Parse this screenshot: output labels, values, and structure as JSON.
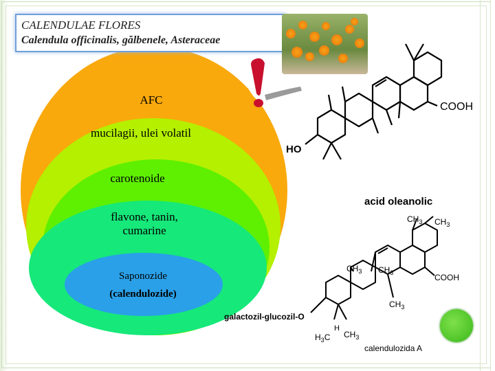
{
  "title": {
    "line1": "CALENDULAE FLORES",
    "line2": "Calendula officinalis, gălbenele, Asteraceae"
  },
  "layers": [
    {
      "label": "AFC",
      "color": "#f9a90c"
    },
    {
      "label": "mucilagii, ulei volatil",
      "color": "#b4f000"
    },
    {
      "label": "carotenoide",
      "color": "#5ef000"
    },
    {
      "label": "flavone, tanin, cumarine",
      "color": "#16e87a"
    },
    {
      "label": "Saponozide",
      "label2": "(calendulozide)",
      "color": "#2aa0e8"
    }
  ],
  "oleanolic": {
    "cooh": "COOH",
    "ho": "HO",
    "name": "acid oleanolic"
  },
  "calendulozide": {
    "ch3": "CH",
    "sub3": "3",
    "cooh": "COOH",
    "substituent": "galactozil-glucozil-O",
    "h": "H",
    "h3c": "H",
    "c": "C",
    "name": "calendulozida A"
  }
}
